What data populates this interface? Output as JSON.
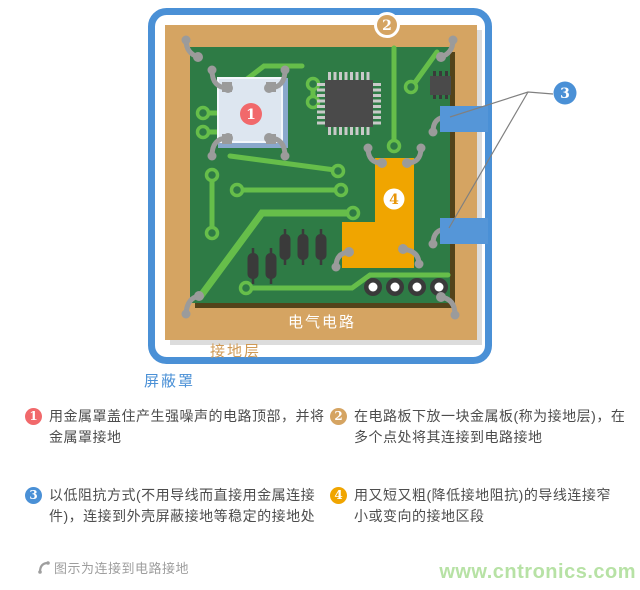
{
  "diagram": {
    "labels": {
      "circuit": "电气电路",
      "ground_plane": "接地层",
      "shield": "屏蔽罩"
    },
    "callouts": [
      {
        "num": "1",
        "color": "#F1696B"
      },
      {
        "num": "2",
        "color": "#D5A462"
      },
      {
        "num": "3",
        "color": "#4A90D6"
      },
      {
        "num": "4",
        "color": "#F0A500"
      }
    ]
  },
  "annotations": {
    "items": [
      {
        "num": "1",
        "lines": [
          "用金属罩盖住产生强噪声的电路顶部，并将",
          "金属罩接地"
        ]
      },
      {
        "num": "2",
        "lines": [
          "在电路板下放一块金属板(称为接地层)，在",
          "多个点处将其连接到电路接地"
        ]
      },
      {
        "num": "3",
        "lines": [
          "以低阻抗方式(不用导线而直接用金属连接",
          "件)，连接到外壳屏蔽接地等稳定的接地处"
        ]
      },
      {
        "num": "4",
        "lines": [
          "用又短又粗(降低接地阻抗)的导线连接窄",
          "小或变向的接地区段"
        ]
      }
    ]
  },
  "footer": {
    "note": "图示为连接到电路接地",
    "watermark": "www.cntronics.com"
  },
  "colors": {
    "shield_blue": "#4A90D6",
    "ground_tan": "#D5A462",
    "pcb_green": "#2E7B45",
    "pcb_shadow": "#53431A",
    "trace_green": "#66BE4A",
    "ground_region_orange": "#F0A500",
    "wire_gray": "#9B9B9B",
    "connector_blue": "#5596D8",
    "callout_red": "#F1696B",
    "chip_dark": "#3A3A3A",
    "watermark_green": "#B7E2A5",
    "annotation_text": "#4D4D4D"
  }
}
